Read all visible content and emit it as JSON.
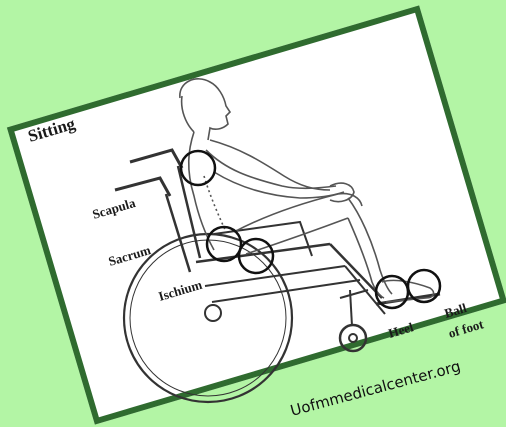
{
  "diagram": {
    "title": "Sitting",
    "labels": {
      "scapula": "Scapula",
      "sacrum": "Sacrum",
      "ischium": "Ischium",
      "heel": "Heel",
      "ball_of_foot_line1": "Ball",
      "ball_of_foot_line2": "of foot"
    },
    "watermark": "Uofmmedicalcenter.org"
  },
  "colors": {
    "page_background": "#b3f5a5",
    "frame_border": "#2f6b2f",
    "card_background": "#ffffff",
    "ink": "#1a1a1a"
  }
}
